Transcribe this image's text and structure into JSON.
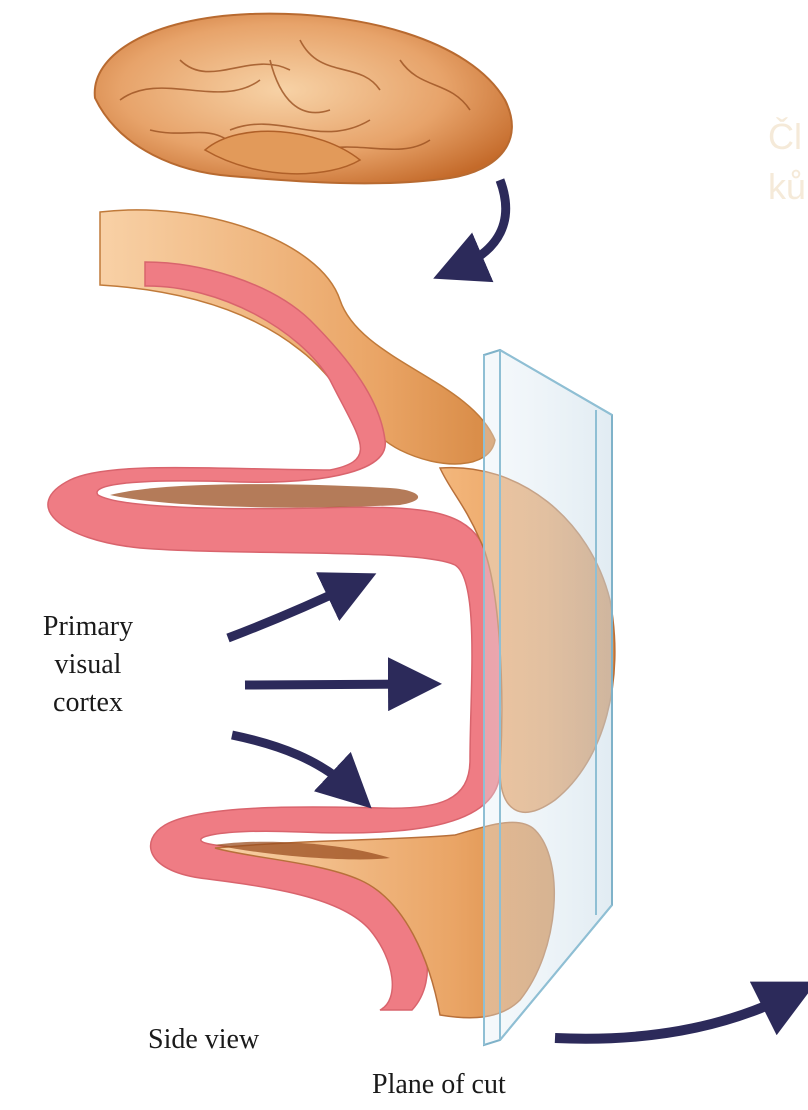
{
  "labels": {
    "primary_visual_cortex": [
      "Primary",
      "visual",
      "cortex"
    ],
    "side_view": "Side view",
    "plane_of_cut": "Plane of cut"
  },
  "faded_text": [
    "Čl",
    "ků"
  ],
  "colors": {
    "cortex_pink": "#ef7c84",
    "surface_orange": "#e9a468",
    "brain_orange": "#e8a06a",
    "arrow_navy": "#2c2a5a",
    "plane_blue": "#bcd8e6"
  },
  "icons": [
    "brain-icon",
    "curved-arrow-icon",
    "straight-arrow-icon",
    "plane-of-cut-glass"
  ]
}
